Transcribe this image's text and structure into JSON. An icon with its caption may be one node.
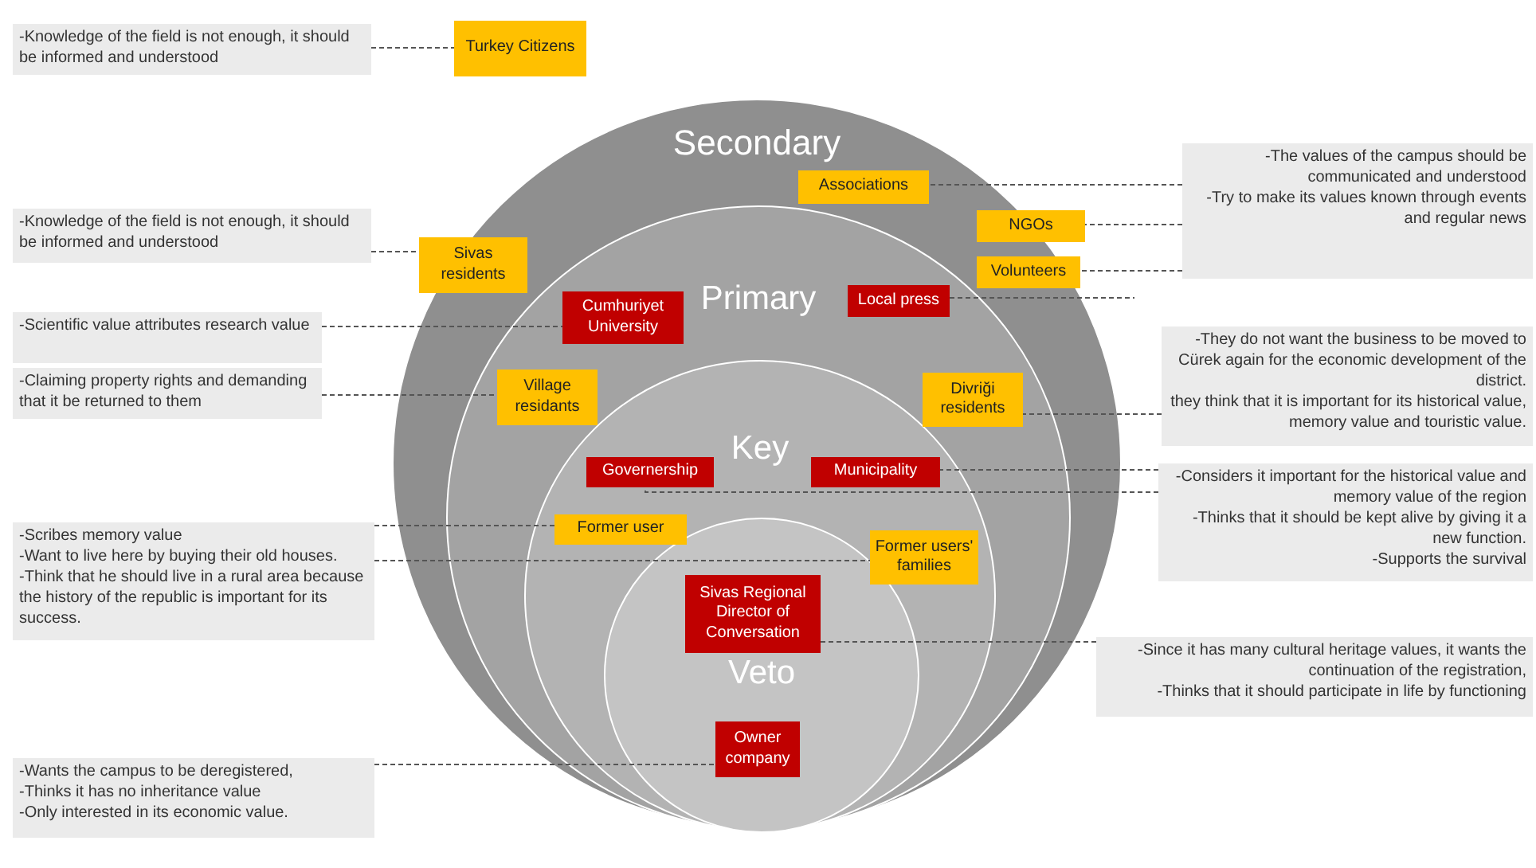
{
  "diagram": {
    "nodes": [
      {
        "text": [
          "Secondary"
        ]
      },
      {
        "text": [
          "Primary"
        ],
        "in": 0
      },
      {
        "text": [
          "Key"
        ],
        "in": 1
      },
      {
        "text": [
          "Veto"
        ],
        "in": 2
      },
      {
        "text": [
          "-Knowledge of the field is not enough, it should be informed and understood"
        ]
      },
      {
        "text": [
          "Turkey Citizens"
        ]
      },
      {
        "text": [
          "Associations"
        ],
        "in": 0
      },
      {
        "text": [
          "NGOs"
        ],
        "in": 0
      },
      {
        "text": [
          "-The values of the campus should be communicated and understood",
          "-Try to make its values known through events and regular news"
        ]
      },
      {
        "text": [
          "-Knowledge of the field is not enough, it should be informed and understood"
        ]
      },
      {
        "text": [
          "Sivas residents"
        ],
        "in": 0
      },
      {
        "text": [
          "Volunteers"
        ],
        "in": 0
      },
      {
        "text": [
          "Local press"
        ],
        "in": 1
      },
      {
        "text": [
          "Cumhuriyet University"
        ],
        "in": 1
      },
      {
        "text": [
          "-Scientific value attributes research value"
        ]
      },
      {
        "text": [
          "-Claiming property rights and demanding that it be returned to them"
        ]
      },
      {
        "text": [
          "Village residants"
        ],
        "in": 1
      },
      {
        "text": [
          "Divriği residents"
        ],
        "in": 1
      },
      {
        "text": [
          "-They do not want the business to be moved to Cürek again for the economic development of the district.",
          "they think that it is important for its historical value, memory value and touristic value."
        ]
      },
      {
        "text": [
          "Governership"
        ],
        "in": 2
      },
      {
        "text": [
          "Municipality"
        ],
        "in": 2
      },
      {
        "text": [
          "-Considers it important for the historical value and memory value of the region",
          "-Thinks that it should be kept alive by giving it a new function.",
          "-Supports the survival"
        ]
      },
      {
        "text": [
          "Former user"
        ],
        "in": 2
      },
      {
        "text": [
          "-Scribes memory value",
          "-Want to live here by buying their old houses.",
          "-Think that he should live in a rural area because the history of the republic is important for its success."
        ]
      },
      {
        "text": [
          "Former users' families"
        ],
        "in": 2
      },
      {
        "text": [
          "Sivas Regional Director of Conversation"
        ],
        "in": 3
      },
      {
        "text": [
          "-Since it has many cultural heritage values, it wants the continuation of the registration,",
          "-Thinks that it should participate in life by functioning"
        ]
      },
      {
        "text": [
          "Owner company"
        ],
        "in": 3
      },
      {
        "text": [
          "-Wants the campus to be deregistered,",
          "-Thinks it has no inheritance value",
          "-Only interested in its economic value."
        ]
      }
    ],
    "edges": [
      {
        "from": 4,
        "to": 5,
        "arrow": "none",
        "style": "dashed"
      },
      {
        "from": 8,
        "to": 6,
        "arrow": "none",
        "style": "dashed"
      },
      {
        "from": 8,
        "to": 7,
        "arrow": "none",
        "style": "dashed"
      },
      {
        "from": 8,
        "to": 11,
        "arrow": "none",
        "style": "dashed"
      },
      {
        "from": 9,
        "to": 10,
        "arrow": "none",
        "style": "dashed"
      },
      {
        "from": 12,
        "to": null,
        "arrow": "none",
        "style": "dashed"
      },
      {
        "from": 14,
        "to": 13,
        "arrow": "none",
        "style": "dashed"
      },
      {
        "from": 15,
        "to": 16,
        "arrow": "none",
        "style": "dashed"
      },
      {
        "from": 18,
        "to": 17,
        "arrow": "none",
        "style": "dashed"
      },
      {
        "from": 21,
        "to": 19,
        "arrow": "none",
        "style": "dashed"
      },
      {
        "from": 21,
        "to": 20,
        "arrow": "none",
        "style": "dashed"
      },
      {
        "from": 23,
        "to": 22,
        "arrow": "none",
        "style": "dashed"
      },
      {
        "from": 23,
        "to": 24,
        "arrow": "none",
        "style": "dashed"
      },
      {
        "from": 26,
        "to": 25,
        "arrow": "none",
        "style": "dashed"
      },
      {
        "from": 28,
        "to": 27,
        "arrow": "none",
        "style": "dashed"
      }
    ]
  }
}
